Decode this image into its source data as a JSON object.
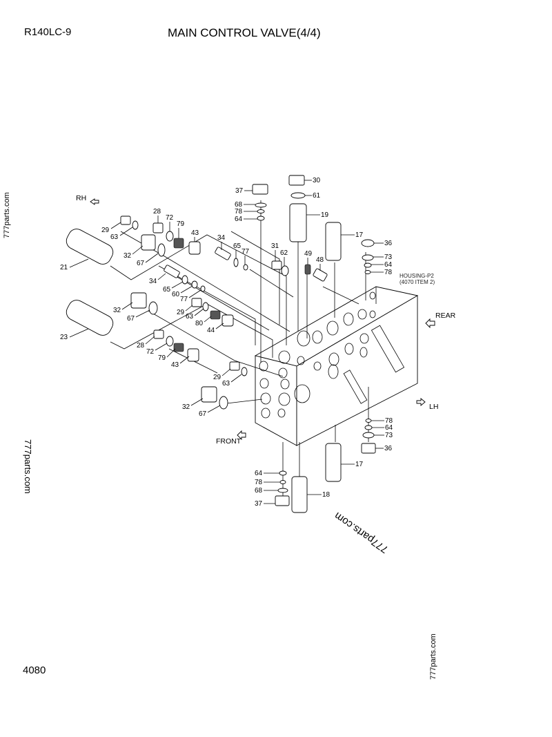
{
  "header": {
    "model": "R140LC-9",
    "title": "MAIN CONTROL VALVE(4/4)"
  },
  "footer": {
    "page_number": "4080"
  },
  "watermarks": [
    "777parts.com",
    "777parts.com",
    "777parts.com",
    "777parts.com"
  ],
  "directions": {
    "rh": "RH",
    "rear": "REAR",
    "lh": "LH",
    "front": "FRONT"
  },
  "housing_note": {
    "line1": "HOUSING-P2",
    "line2": "(4070 ITEM 2)"
  },
  "callouts": [
    "30",
    "61",
    "37",
    "68",
    "78",
    "64",
    "19",
    "17",
    "36",
    "73",
    "64",
    "78",
    "28",
    "72",
    "79",
    "29",
    "63",
    "43",
    "34",
    "65",
    "77",
    "31",
    "62",
    "49",
    "48",
    "21",
    "32",
    "67",
    "34",
    "65",
    "60",
    "77",
    "29",
    "63",
    "80",
    "44",
    "32",
    "67",
    "23",
    "28",
    "72",
    "79",
    "43",
    "29",
    "63",
    "32",
    "67",
    "78",
    "64",
    "73",
    "17",
    "36",
    "64",
    "78",
    "68",
    "37",
    "18"
  ]
}
